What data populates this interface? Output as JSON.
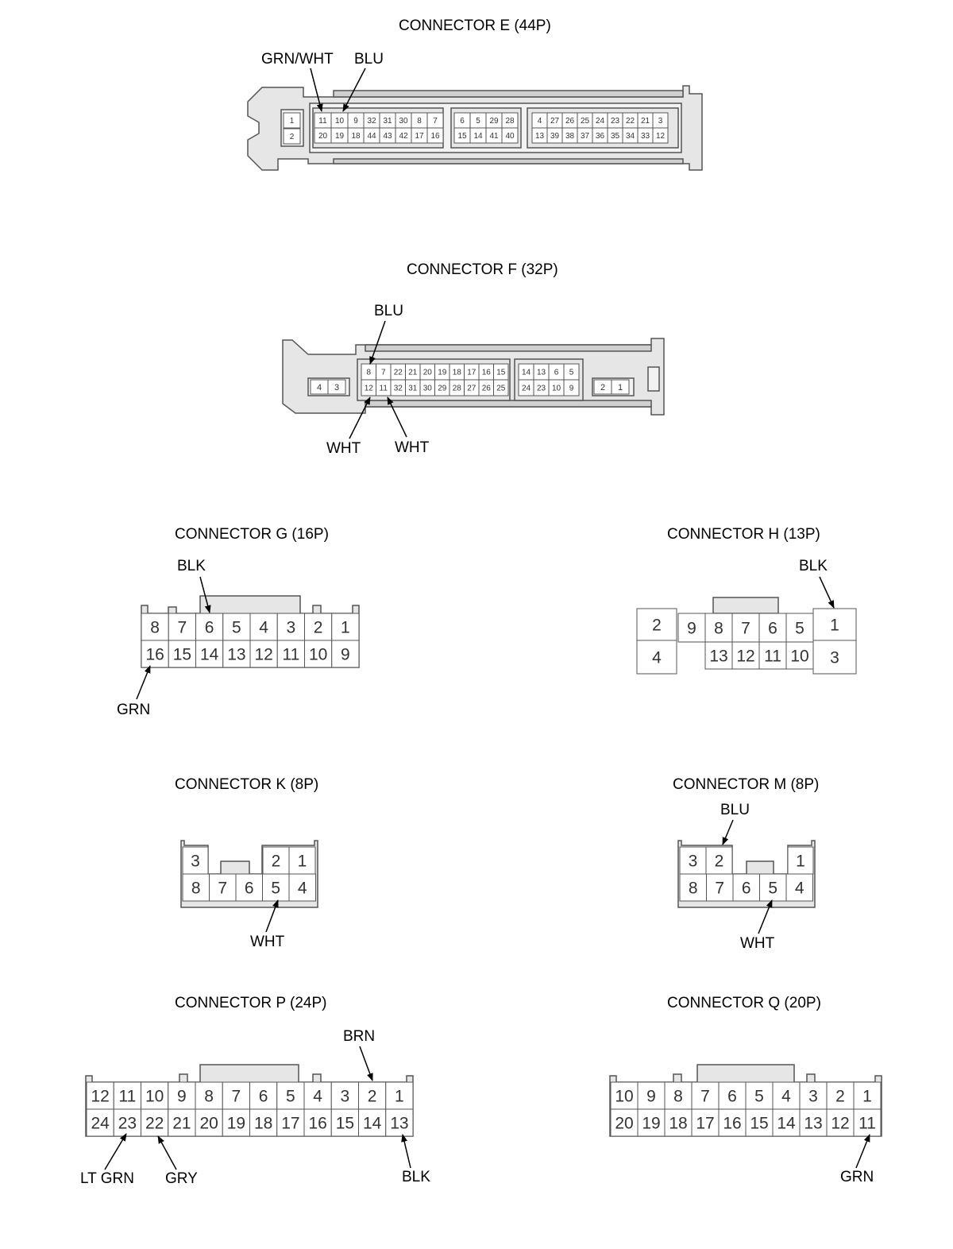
{
  "connectors": {
    "E": {
      "title": "CONNECTOR E (44P)",
      "labels": {
        "grn_wht": "GRN/WHT",
        "blu": "BLU"
      },
      "left_pins": [
        "1",
        "2"
      ],
      "block1": {
        "top": [
          "11",
          "10",
          "9",
          "32",
          "31",
          "30",
          "8",
          "7"
        ],
        "bottom": [
          "20",
          "19",
          "18",
          "44",
          "43",
          "42",
          "17",
          "16"
        ]
      },
      "block2": {
        "top": [
          "6",
          "5",
          "29",
          "28"
        ],
        "bottom": [
          "15",
          "14",
          "41",
          "40"
        ]
      },
      "block3": {
        "top": [
          "4",
          "27",
          "26",
          "25",
          "24",
          "23",
          "22",
          "21",
          "3"
        ],
        "bottom": [
          "13",
          "39",
          "38",
          "37",
          "36",
          "35",
          "34",
          "33",
          "12"
        ]
      }
    },
    "F": {
      "title": "CONNECTOR F (32P)",
      "labels": {
        "blu": "BLU",
        "wht1": "WHT",
        "wht2": "WHT"
      },
      "left_pins": [
        "4",
        "3"
      ],
      "block1": {
        "top": [
          "8",
          "7",
          "22",
          "21",
          "20",
          "19",
          "18",
          "17",
          "16",
          "15"
        ],
        "bottom": [
          "12",
          "11",
          "32",
          "31",
          "30",
          "29",
          "28",
          "27",
          "26",
          "25"
        ]
      },
      "block2": {
        "top": [
          "14",
          "13",
          "6",
          "5"
        ],
        "bottom": [
          "24",
          "23",
          "10",
          "9"
        ]
      },
      "right_pins": [
        "2",
        "1"
      ]
    },
    "G": {
      "title": "CONNECTOR G (16P)",
      "labels": {
        "blk": "BLK",
        "grn": "GRN"
      },
      "top": [
        "8",
        "7",
        "6",
        "5",
        "4",
        "3",
        "2",
        "1"
      ],
      "bottom": [
        "16",
        "15",
        "14",
        "13",
        "12",
        "11",
        "10",
        "9"
      ]
    },
    "H": {
      "title": "CONNECTOR H (13P)",
      "labels": {
        "blk": "BLK"
      },
      "left": [
        "2",
        "4"
      ],
      "top": [
        "9",
        "8",
        "7",
        "6",
        "5"
      ],
      "bottom": [
        "13",
        "12",
        "11",
        "10"
      ],
      "right": [
        "1",
        "3"
      ]
    },
    "K": {
      "title": "CONNECTOR K (8P)",
      "labels": {
        "wht": "WHT"
      },
      "top_left": [
        "3"
      ],
      "top_right": [
        "2",
        "1"
      ],
      "bottom": [
        "8",
        "7",
        "6",
        "5",
        "4"
      ]
    },
    "M": {
      "title": "CONNECTOR M (8P)",
      "labels": {
        "blu": "BLU",
        "wht": "WHT"
      },
      "top_left": [
        "3",
        "2"
      ],
      "top_right": [
        "1"
      ],
      "bottom": [
        "8",
        "7",
        "6",
        "5",
        "4"
      ]
    },
    "P": {
      "title": "CONNECTOR P (24P)",
      "labels": {
        "brn": "BRN",
        "lt_grn": "LT GRN",
        "gry": "GRY",
        "blk": "BLK"
      },
      "top": [
        "12",
        "11",
        "10",
        "9",
        "8",
        "7",
        "6",
        "5",
        "4",
        "3",
        "2",
        "1"
      ],
      "bottom": [
        "24",
        "23",
        "22",
        "21",
        "20",
        "19",
        "18",
        "17",
        "16",
        "15",
        "14",
        "13"
      ]
    },
    "Q": {
      "title": "CONNECTOR Q (20P)",
      "labels": {
        "grn": "GRN"
      },
      "top": [
        "10",
        "9",
        "8",
        "7",
        "6",
        "5",
        "4",
        "3",
        "2",
        "1"
      ],
      "bottom": [
        "20",
        "19",
        "18",
        "17",
        "16",
        "15",
        "14",
        "13",
        "12",
        "11"
      ]
    }
  },
  "colors": {
    "line": "#555555",
    "body_fill": "#e6e6e6",
    "cell_fill": "#ffffff",
    "text": "#000000"
  }
}
